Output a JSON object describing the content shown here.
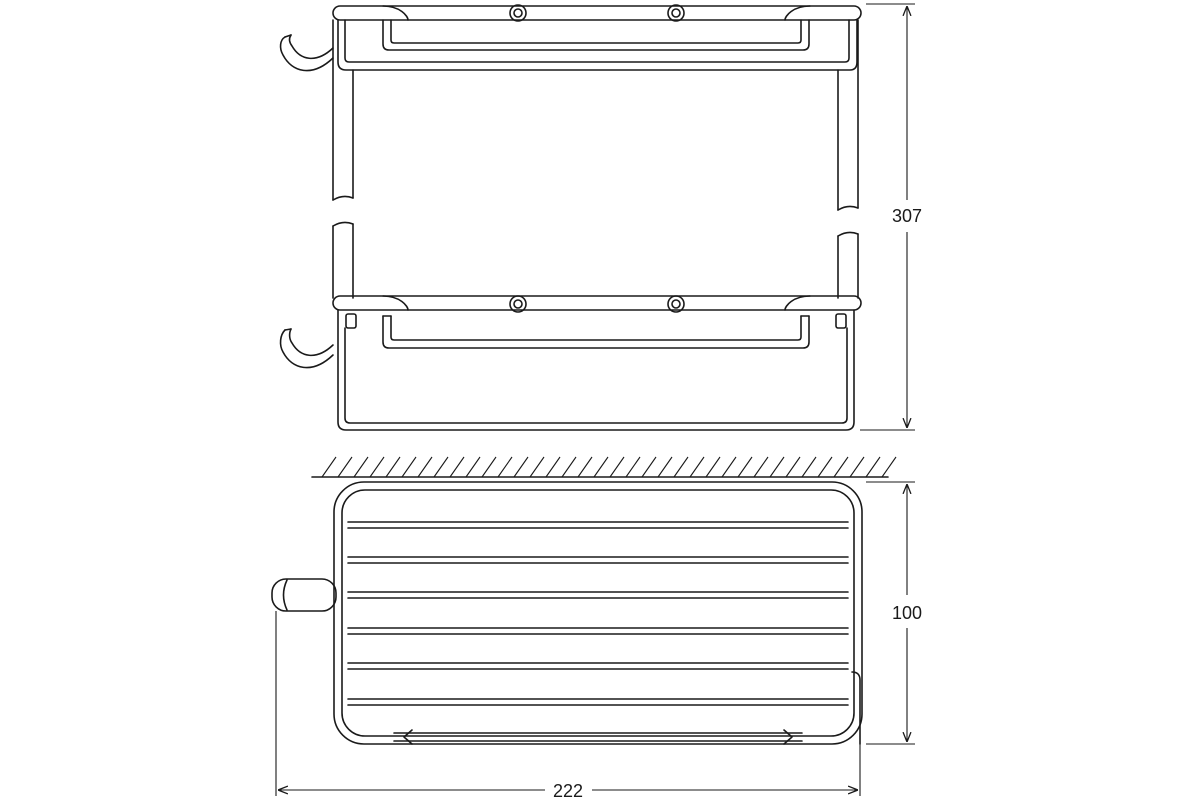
{
  "dimensions": {
    "height_total": "307",
    "depth": "100",
    "width": "222"
  }
}
